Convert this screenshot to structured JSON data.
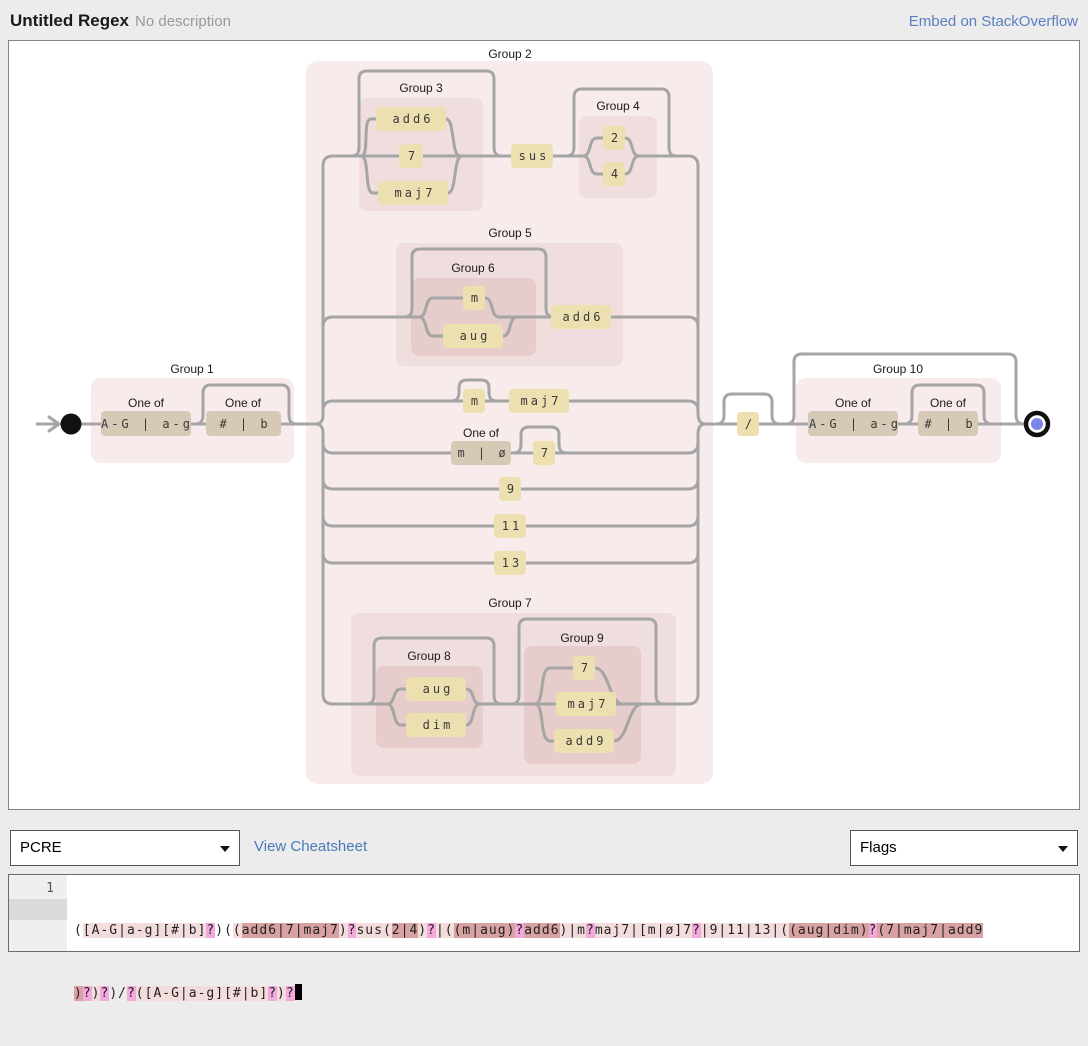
{
  "header": {
    "title": "Untitled Regex",
    "subtitle": "No description",
    "embed_link": "Embed on StackOverflow"
  },
  "toolbar": {
    "flavor_selected": "PCRE",
    "cheatsheet_link": "View Cheatsheet",
    "flags_selected": "Flags"
  },
  "editor": {
    "line_number": "1",
    "regex_full": "([A-G|a-g][#|b]?)((add6|7|maj7)?sus(2|4)?|((m|aug)?add6)|m?maj7|[m|ø]7?|9|11|13|((aug|dim)?(7|maj7|add9)?)?)/?([A-G|a-g][#|b]?)?",
    "lines": [
      [
        {
          "t": "(",
          "c": "p"
        },
        {
          "t": "[A-G|a-g]",
          "c": "l"
        },
        {
          "t": "[#|b]",
          "c": "l"
        },
        {
          "t": "?",
          "c": "q"
        },
        {
          "t": ")",
          "c": "p"
        },
        {
          "t": "(",
          "c": "p"
        },
        {
          "t": "(",
          "c": "l"
        },
        {
          "t": "add6|7|maj7",
          "c": "d"
        },
        {
          "t": ")",
          "c": "l"
        },
        {
          "t": "?",
          "c": "q"
        },
        {
          "t": "sus",
          "c": "l"
        },
        {
          "t": "(",
          "c": "l"
        },
        {
          "t": "2|4",
          "c": "d"
        },
        {
          "t": ")",
          "c": "l"
        },
        {
          "t": "?",
          "c": "q"
        },
        {
          "t": "|",
          "c": "l"
        },
        {
          "t": "(",
          "c": "l"
        },
        {
          "t": "(",
          "c": "d"
        },
        {
          "t": "m|aug",
          "c": "d"
        },
        {
          "t": ")",
          "c": "d"
        },
        {
          "t": "?",
          "c": "q"
        },
        {
          "t": "add6",
          "c": "d"
        },
        {
          "t": ")",
          "c": "l"
        },
        {
          "t": "|m",
          "c": "l"
        },
        {
          "t": "?",
          "c": "q"
        },
        {
          "t": "maj7|",
          "c": "l"
        },
        {
          "t": "[m|ø]",
          "c": "l"
        },
        {
          "t": "7",
          "c": "l"
        },
        {
          "t": "?",
          "c": "q"
        },
        {
          "t": "|9|11|13|",
          "c": "l"
        },
        {
          "t": "(",
          "c": "l"
        },
        {
          "t": "(",
          "c": "d"
        },
        {
          "t": "aug|dim",
          "c": "d"
        },
        {
          "t": ")",
          "c": "d"
        },
        {
          "t": "?",
          "c": "q"
        },
        {
          "t": "(",
          "c": "d"
        },
        {
          "t": "7|maj7|add9",
          "c": "d"
        }
      ],
      [
        {
          "t": ")",
          "c": "d"
        },
        {
          "t": "?",
          "c": "q"
        },
        {
          "t": ")",
          "c": "l"
        },
        {
          "t": "?",
          "c": "q"
        },
        {
          "t": ")",
          "c": "p"
        },
        {
          "t": "/",
          "c": "p"
        },
        {
          "t": "?",
          "c": "q"
        },
        {
          "t": "(",
          "c": "l"
        },
        {
          "t": "[A-G|a-g]",
          "c": "l"
        },
        {
          "t": "[#|b]",
          "c": "l"
        },
        {
          "t": "?",
          "c": "q"
        },
        {
          "t": ")",
          "c": "l"
        },
        {
          "t": "?",
          "c": "q"
        }
      ]
    ]
  },
  "diagram": {
    "labels": {
      "group1": "Group 1",
      "group2": "Group 2",
      "group3": "Group 3",
      "group4": "Group 4",
      "group5": "Group 5",
      "group6": "Group 6",
      "group7": "Group 7",
      "group8": "Group 8",
      "group9": "Group 9",
      "group10": "Group 10",
      "one_of": "One of"
    },
    "boxes": {
      "note_class": "A-G | a-g",
      "accidental_class": "# | b",
      "add6": "add6",
      "seven": "7",
      "maj7": "maj7",
      "sus": "sus",
      "two": "2",
      "four": "4",
      "m": "m",
      "aug": "aug",
      "m_or_halfdim": "m | ø",
      "nine": "9",
      "eleven": "11",
      "thirteen": "13",
      "dim": "dim",
      "add9": "add9",
      "slash": "/"
    }
  },
  "colors": {
    "line": "#a5a5a5",
    "literal_box": "#ece0b0",
    "class_box": "#d6c9b6",
    "group_light": "#f7eceb",
    "group_mid": "#f0dddd",
    "group_dark": "#e7cccc",
    "start_node": "#111111",
    "end_node_inner": "#7b86e8",
    "link": "#5b80c0",
    "hl_light": "#f3dcdc",
    "hl_dark": "#d9a2a2",
    "hl_qmark": "#f3a8de"
  }
}
